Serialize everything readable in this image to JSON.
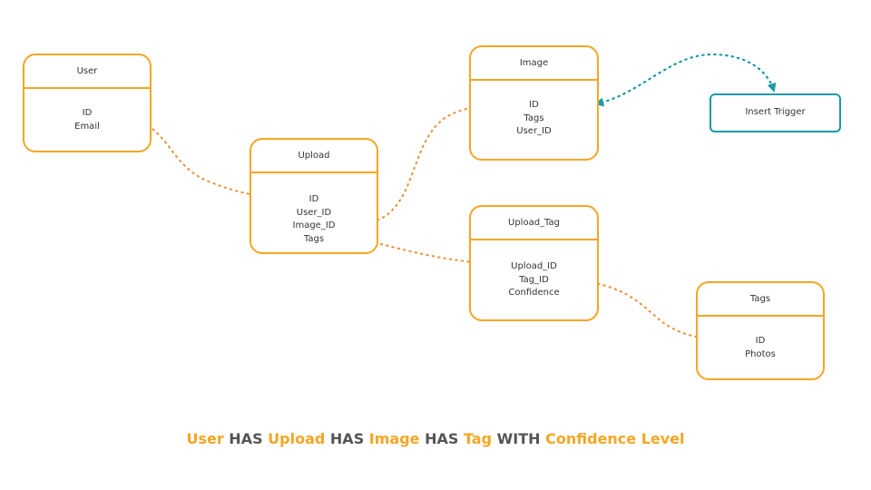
{
  "colors": {
    "entity_border": "#f5a623",
    "trigger_border": "#1a9aa6",
    "relation_line": "#e8913a",
    "trigger_line": "#1a9aa6",
    "caption_highlight": "#f5a623",
    "caption_text": "#555555"
  },
  "entities": {
    "user": {
      "title": "User",
      "fields": [
        "ID",
        "Email"
      ]
    },
    "upload": {
      "title": "Upload",
      "fields": [
        "ID",
        "User_ID",
        "Image_ID",
        "Tags"
      ]
    },
    "image": {
      "title": "Image",
      "fields": [
        "ID",
        "Tags",
        "User_ID"
      ]
    },
    "uptag": {
      "title": "Upload_Tag",
      "fields": [
        "Upload_ID",
        "Tag_ID",
        "Confidence"
      ]
    },
    "tags": {
      "title": "Tags",
      "fields": [
        "ID",
        "Photos"
      ]
    }
  },
  "trigger": {
    "label": "Insert Trigger"
  },
  "caption": {
    "parts": [
      {
        "text": "User",
        "highlight": true
      },
      {
        "text": " HAS ",
        "highlight": false
      },
      {
        "text": "Upload",
        "highlight": true
      },
      {
        "text": " HAS ",
        "highlight": false
      },
      {
        "text": "Image",
        "highlight": true
      },
      {
        "text": " HAS ",
        "highlight": false
      },
      {
        "text": "Tag",
        "highlight": true
      },
      {
        "text": " WITH ",
        "highlight": false
      },
      {
        "text": "Confidence Level",
        "highlight": true
      }
    ]
  }
}
